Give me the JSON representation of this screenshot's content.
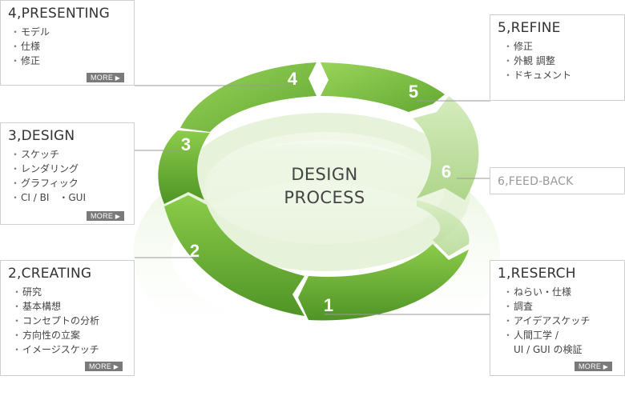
{
  "center": {
    "line1": "DESIGN",
    "line2": "PROCESS"
  },
  "steps": [
    {
      "number": "1",
      "title": "1,RESERCH",
      "items": [
        "ねらい・仕様",
        "調査",
        "アイデアスケッチ",
        "人間工学 /",
        "UI / GUI の検証"
      ],
      "more": "MORE"
    },
    {
      "number": "2",
      "title": "2,CREATING",
      "items": [
        "研究",
        "基本構想",
        "コンセプトの分析",
        "方向性の立案",
        "イメージスケッチ"
      ],
      "more": "MORE"
    },
    {
      "number": "3",
      "title": "3,DESIGN",
      "items": [
        "スケッチ",
        "レンダリング",
        "グラフィック",
        "CI / BI　・GUI"
      ],
      "more": "MORE"
    },
    {
      "number": "4",
      "title": "4,PRESENTING",
      "items": [
        "モデル",
        "仕様",
        "修正"
      ],
      "more": "MORE"
    },
    {
      "number": "5",
      "title": "5,REFINE",
      "items": [
        "修正",
        "外観 調整",
        "ドキュメント"
      ]
    },
    {
      "number": "6",
      "title": "6,FEED-BACK"
    }
  ],
  "colors": {
    "dark_green": "#5a9e2c",
    "mid_green": "#7cbd3f",
    "light_green": "#c5e3a6",
    "border": "#cfcfcf",
    "more_bg": "#7a7a7a"
  }
}
